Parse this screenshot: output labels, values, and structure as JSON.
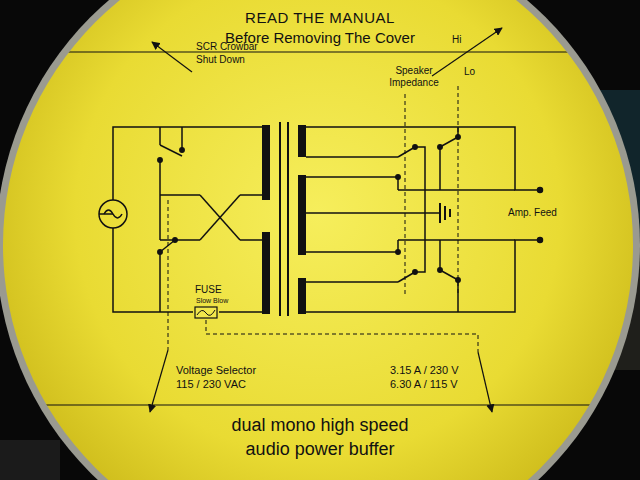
{
  "diagram": {
    "title": "READ THE MANUAL",
    "caption": "dual mono high speed audio power buffer",
    "labels": [
      "Before Removing The Cover",
      "SCR Crowbar Shut Down",
      "Hi",
      "Speaker Impedance",
      "Lo",
      "Amp. Feed",
      "FUSE",
      "Slow Blow",
      "Voltage Selector 115 / 230 VAC",
      "3.15 A / 230 V 6.30 A / 115 V"
    ]
  }
}
